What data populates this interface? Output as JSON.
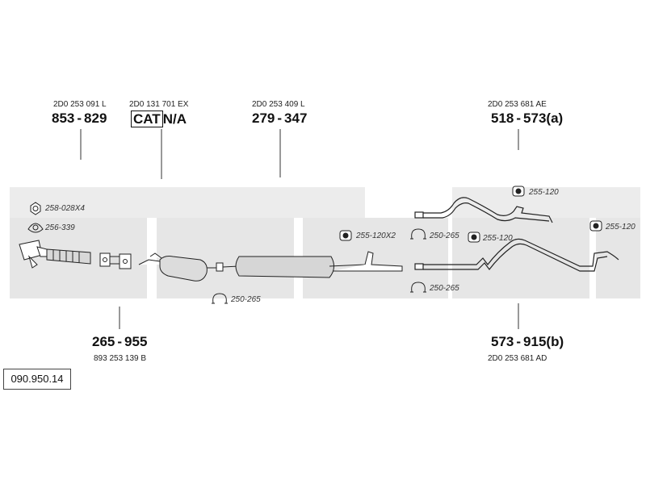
{
  "labels": {
    "p1": {
      "pn": "2D0 253 091 L",
      "code_a": "853",
      "code_b": "829"
    },
    "p2": {
      "pn": "2D0 131 701 EX",
      "cat": "CAT",
      "value": "N/A"
    },
    "p3": {
      "pn": "2D0 253 409 L",
      "code_a": "279",
      "code_b": "347"
    },
    "p4": {
      "pn": "2D0 253 681 AE",
      "code_a": "518",
      "code_b": "573(a)"
    },
    "p5": {
      "pn": "893 253 139 B",
      "code_a": "265",
      "code_b": "955"
    },
    "p6": {
      "pn": "2D0 253 681 AD",
      "code_a": "573",
      "code_b": "915(b)"
    }
  },
  "fittings": {
    "nut": "258-028X4",
    "gasket": "256-339",
    "clamp_mid": "250-265",
    "bracket_x2": "255-120X2",
    "clamp_upper": "250-265",
    "bracket_upper": "255-120",
    "bracket_top": "255-120",
    "bracket_right": "255-120",
    "clamp_lower": "250-265"
  },
  "reference": "090.950.14"
}
